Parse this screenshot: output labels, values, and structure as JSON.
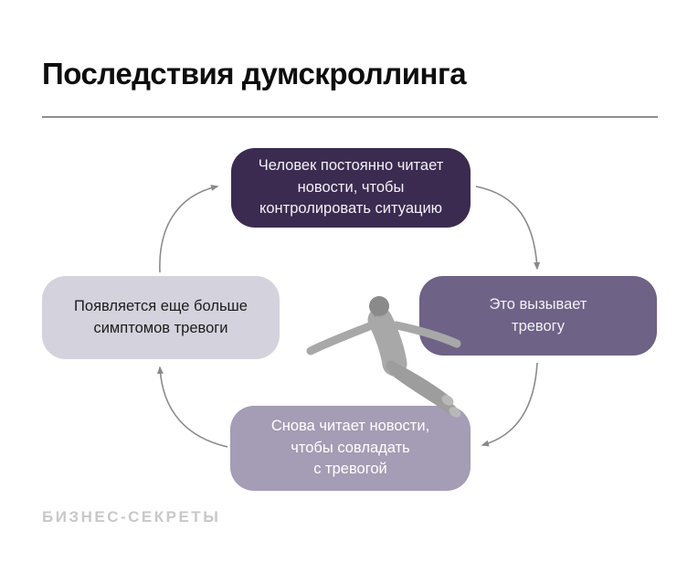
{
  "header": {
    "title": "Последствия думскроллинга"
  },
  "cycle": {
    "steps": [
      {
        "position": "top",
        "label": "Человек постоянно читает\nновости, чтобы\nконтролировать ситуацию",
        "bg": "#3b2b50",
        "fg": "#f3f1f6"
      },
      {
        "position": "right",
        "label": "Это вызывает\nтревогу",
        "bg": "#6e6286",
        "fg": "#f3f1f6"
      },
      {
        "position": "bottom",
        "label": "Снова читает новости,\nчтобы совладать\nс тревогой",
        "bg": "#a59cb5",
        "fg": "#ffffff"
      },
      {
        "position": "left",
        "label": "Появляется еще больше\nсимптомов тревоги",
        "bg": "#d4d2dd",
        "fg": "#1c1c1c"
      }
    ],
    "arrow_color": "#8a8a8a",
    "center_figure": "falling-man-photo"
  },
  "footer": {
    "brand": "БИЗНЕС-СЕКРЕТЫ"
  }
}
